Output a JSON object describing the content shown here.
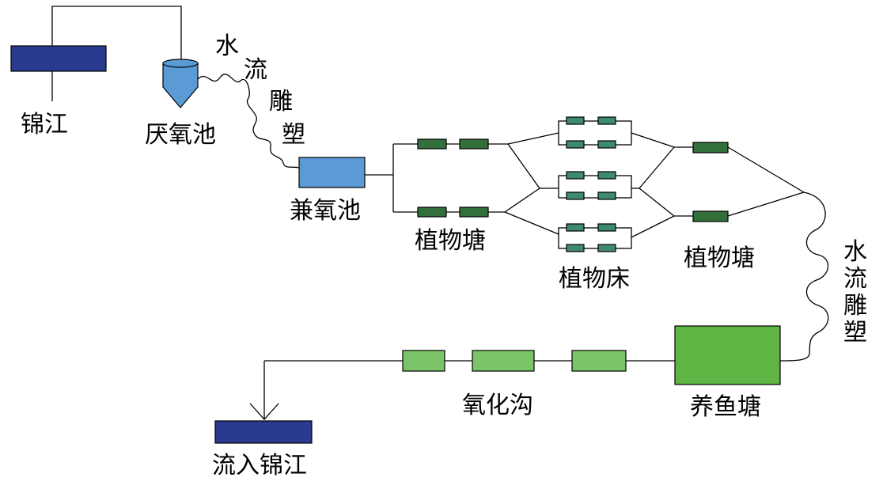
{
  "labels": {
    "jinjiang": "锦江",
    "anaerobic_tank": "厌氧池",
    "sculpture_1": [
      "水",
      "流",
      "雕",
      "塑"
    ],
    "facultative_tank": "兼氧池",
    "plant_pond_left": "植物塘",
    "plant_bed": "植物床",
    "plant_pond_right": "植物塘",
    "sculpture_2": [
      "水",
      "流",
      "雕",
      "塑"
    ],
    "fish_pond": "养鱼塘",
    "oxidation_ditch": "氧化沟",
    "outflow": "流入锦江"
  },
  "colors": {
    "river": "#2a3b8f",
    "tank": "#5b9bd5",
    "plant_pond": "#336f3a",
    "plant_bed": "#3e8a6c",
    "fish_pond": "#5fb544",
    "ditch": "#7cc46a"
  }
}
